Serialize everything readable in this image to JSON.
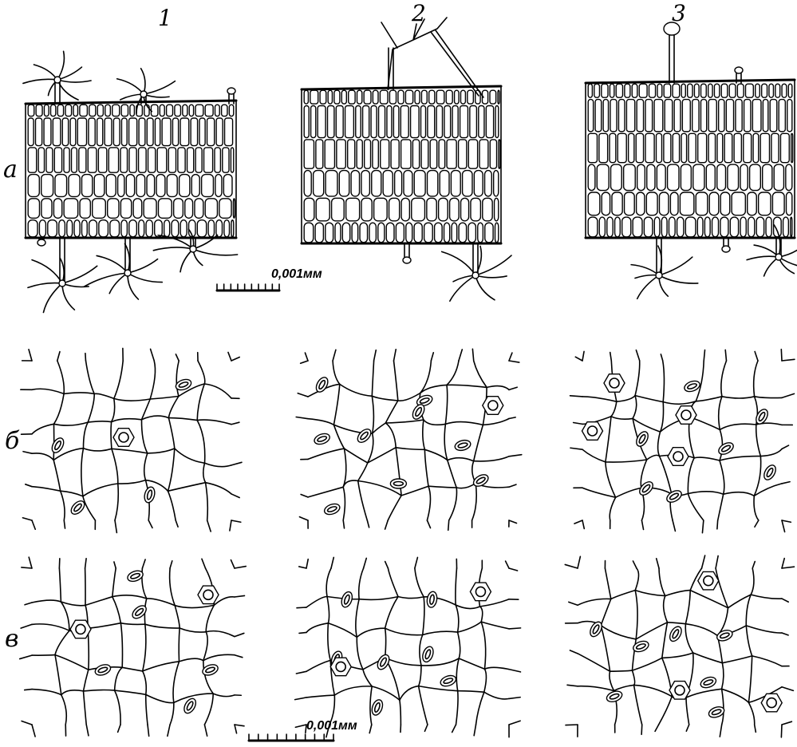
{
  "columns": [
    "1",
    "2",
    "3"
  ],
  "rows": [
    "а",
    "б",
    "в"
  ],
  "scale_bars": [
    {
      "label": "0,001мм",
      "ticks": 9
    },
    {
      "label": "0,001мм",
      "ticks": 9
    }
  ]
}
